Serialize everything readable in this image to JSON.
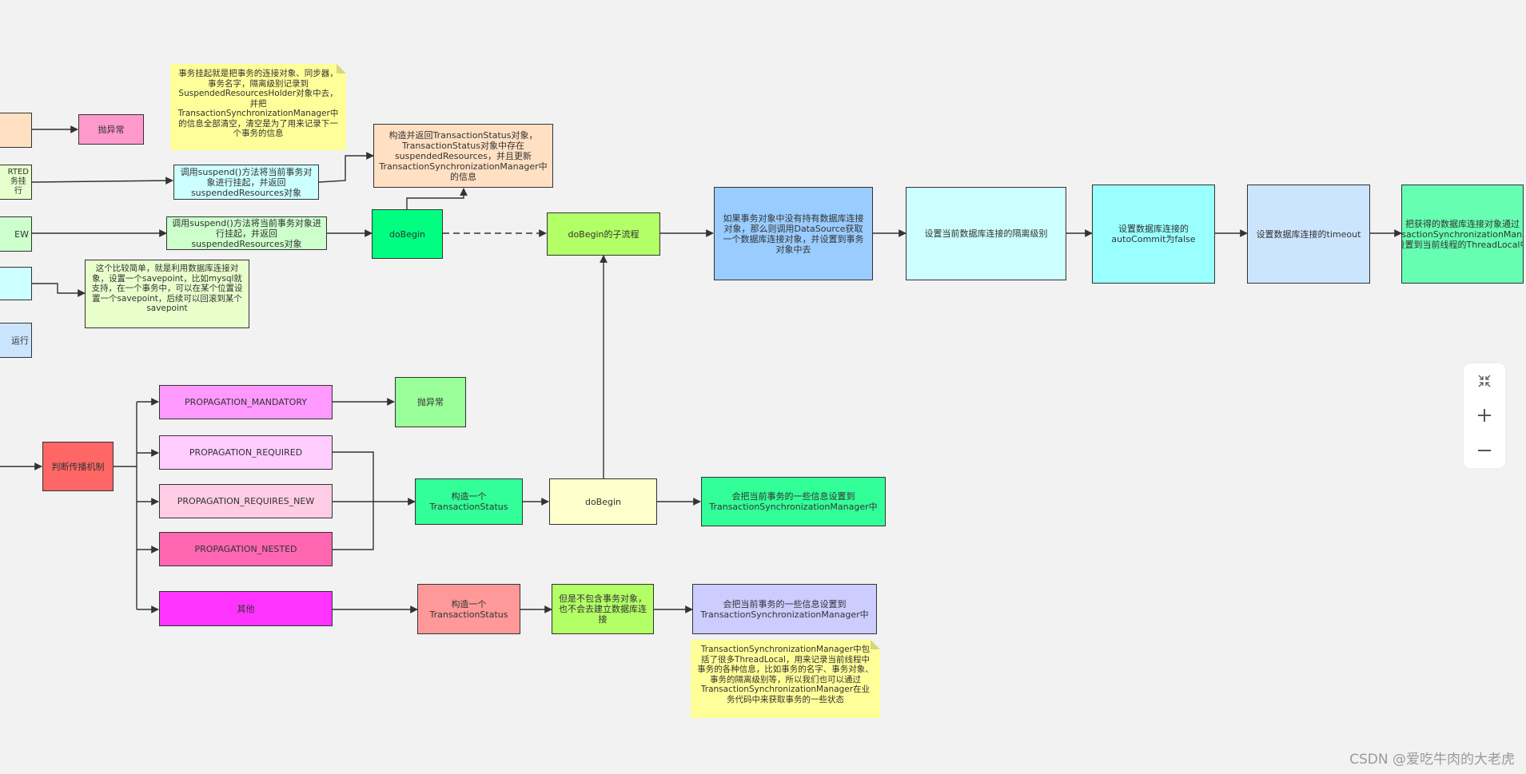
{
  "nodes": {
    "partial_top": "",
    "partial_throw_top": "抛异常",
    "partial_supported": "RTED\n务挂\n行",
    "partial_new": "EW",
    "partial_cyan": "",
    "partial_run": "运行",
    "suspend1": "调用suspend()方法将当前事务对象进行挂起，并返回suspendedResources对象",
    "suspend2": "调用suspend()方法将当前事务对象进行挂起，并返回suspendedResources对象",
    "build_status": "构造并返回TransactionStatus对象，TransactionStatus对象中存在suspendedResources，并且更新TransactionSynchronizationManager中的信息",
    "dobegin_top": "doBegin",
    "dobegin_sub": "doBegin的子流程",
    "get_conn": "如果事务对象中没有持有数据库连接对象，那么则调用DataSource获取一个数据库连接对象，并设置到事务对象中去",
    "set_isolation": "设置当前数据库连接的隔离级别",
    "set_autocommit": "设置数据库连接的\nautoCommit为false",
    "set_timeout": "设置数据库连接的timeout",
    "bind_threadlocal": "把获得的数据库连接对象通过TransactionSynchronizationManager设置到当前线程的ThreadLocal中",
    "judge": "判断传播机制",
    "mandatory": "PROPAGATION_MANDATORY",
    "throw2": "抛异常",
    "required": "PROPAGATION_REQUIRED",
    "requires_new": "PROPAGATION_REQUIRES_NEW",
    "nested": "PROPAGATION_NESTED",
    "other": "其他",
    "construct1": "构造一个\nTransactionStatus",
    "dobegin_bottom": "doBegin",
    "set_info1": "会把当前事务的一些信息设置到\nTransactionSynchronizationManager中",
    "construct2": "构造一个\nTransactionStatus",
    "no_tx": "但是不包含事务对象，也不会去建立数据库连接",
    "set_info2": "会把当前事务的一些信息设置到\nTransactionSynchronizationManager中"
  },
  "notes": {
    "suspend_note": "事务挂起就是把事务的连接对象、同步器，事务名字，隔离级别记录到SuspendedResourcesHolder对象中去，并把TransactionSynchronizationManager中的信息全部清空，清空是为了用来记录下一个事务的信息",
    "savepoint_note": "这个比较简单，就是利用数据库连接对象，设置一个savepoint，比如mysql就支持，在一个事务中，可以在某个位置设置一个savepoint，后续可以回滚到某个savepoint",
    "tsm_note": "TransactionSynchronizationManager中包括了很多ThreadLocal，用来记录当前线程中事务的各种信息，比如事务的名字、事务对象、事务的隔离级别等，所以我们也可以通过TransactionSynchronizationManager在业务代码中来获取事务的一些状态"
  },
  "zoom": {
    "fit_icon": "collapse-icon",
    "in_icon": "plus-icon",
    "out_icon": "minus-icon"
  },
  "watermark": "CSDN @爱吃牛肉的大老虎",
  "colors": {
    "peach": "#ffe0c2",
    "pink": "#ff99cc",
    "lightgreen": "#e6ffcc",
    "cyan": "#ccffff",
    "lightblue": "#cce5ff",
    "suspend_cyan": "#ccffff",
    "suspend_green": "#ccffcc",
    "dobegin_green": "#00ff80",
    "sub_green": "#b3ff66",
    "blue": "#99ccff",
    "cyan2": "#ccffff",
    "aqua": "#99ffff",
    "paleblue": "#cce5ff",
    "mint": "#66ffb2",
    "red": "#ff6666",
    "magenta_light": "#ff99ff",
    "green2": "#99ff99",
    "pink_light": "#ffccff",
    "pink2": "#ffcce5",
    "hotpink": "#ff66b2",
    "magenta": "#ff33ff",
    "teal": "#33ff99",
    "yellow": "#ffffcc",
    "salmon": "#ff9999",
    "lime": "#b3ff66",
    "lavender": "#ccccff",
    "note": "#ffff99"
  }
}
